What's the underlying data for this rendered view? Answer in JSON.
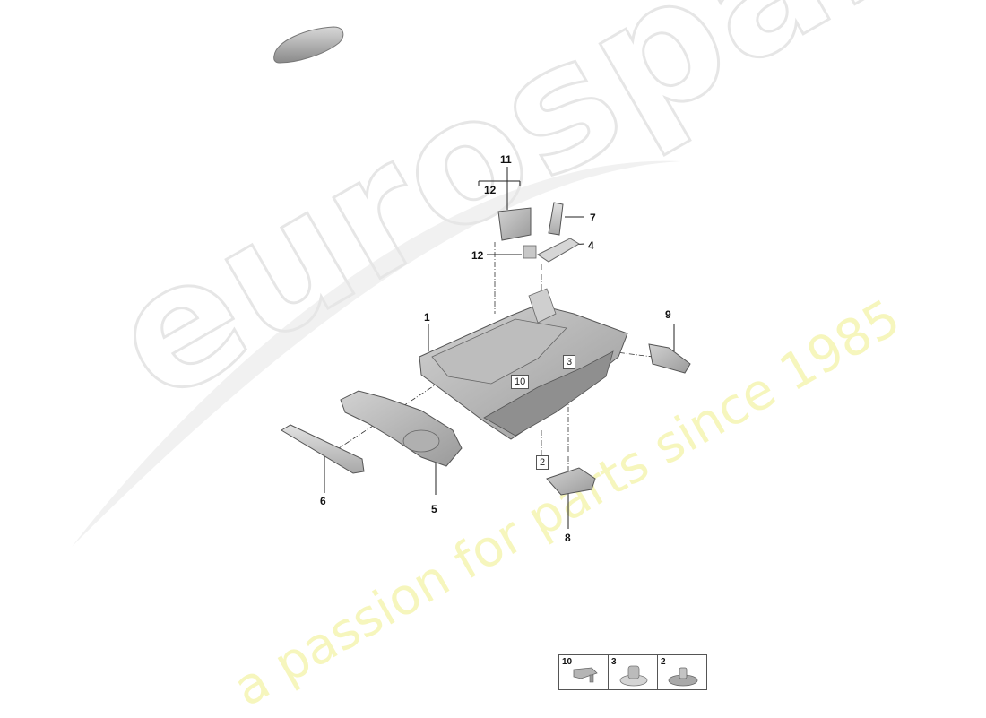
{
  "callouts": {
    "c1": "1",
    "c4": "4",
    "c5": "5",
    "c6": "6",
    "c7": "7",
    "c8": "8",
    "c9": "9",
    "c11": "11",
    "c12_top": "12",
    "c12_side": "12"
  },
  "boxed_refs": {
    "r2": "2",
    "r3": "3",
    "r10": "10"
  },
  "legend": {
    "items": [
      {
        "number": "10",
        "icon": "clip-icon"
      },
      {
        "number": "3",
        "icon": "plastic-nut-icon"
      },
      {
        "number": "2",
        "icon": "expanding-nut-icon"
      }
    ]
  },
  "watermark": {
    "logo": "eurospares",
    "slogan": "a passion for parts since 1985"
  }
}
